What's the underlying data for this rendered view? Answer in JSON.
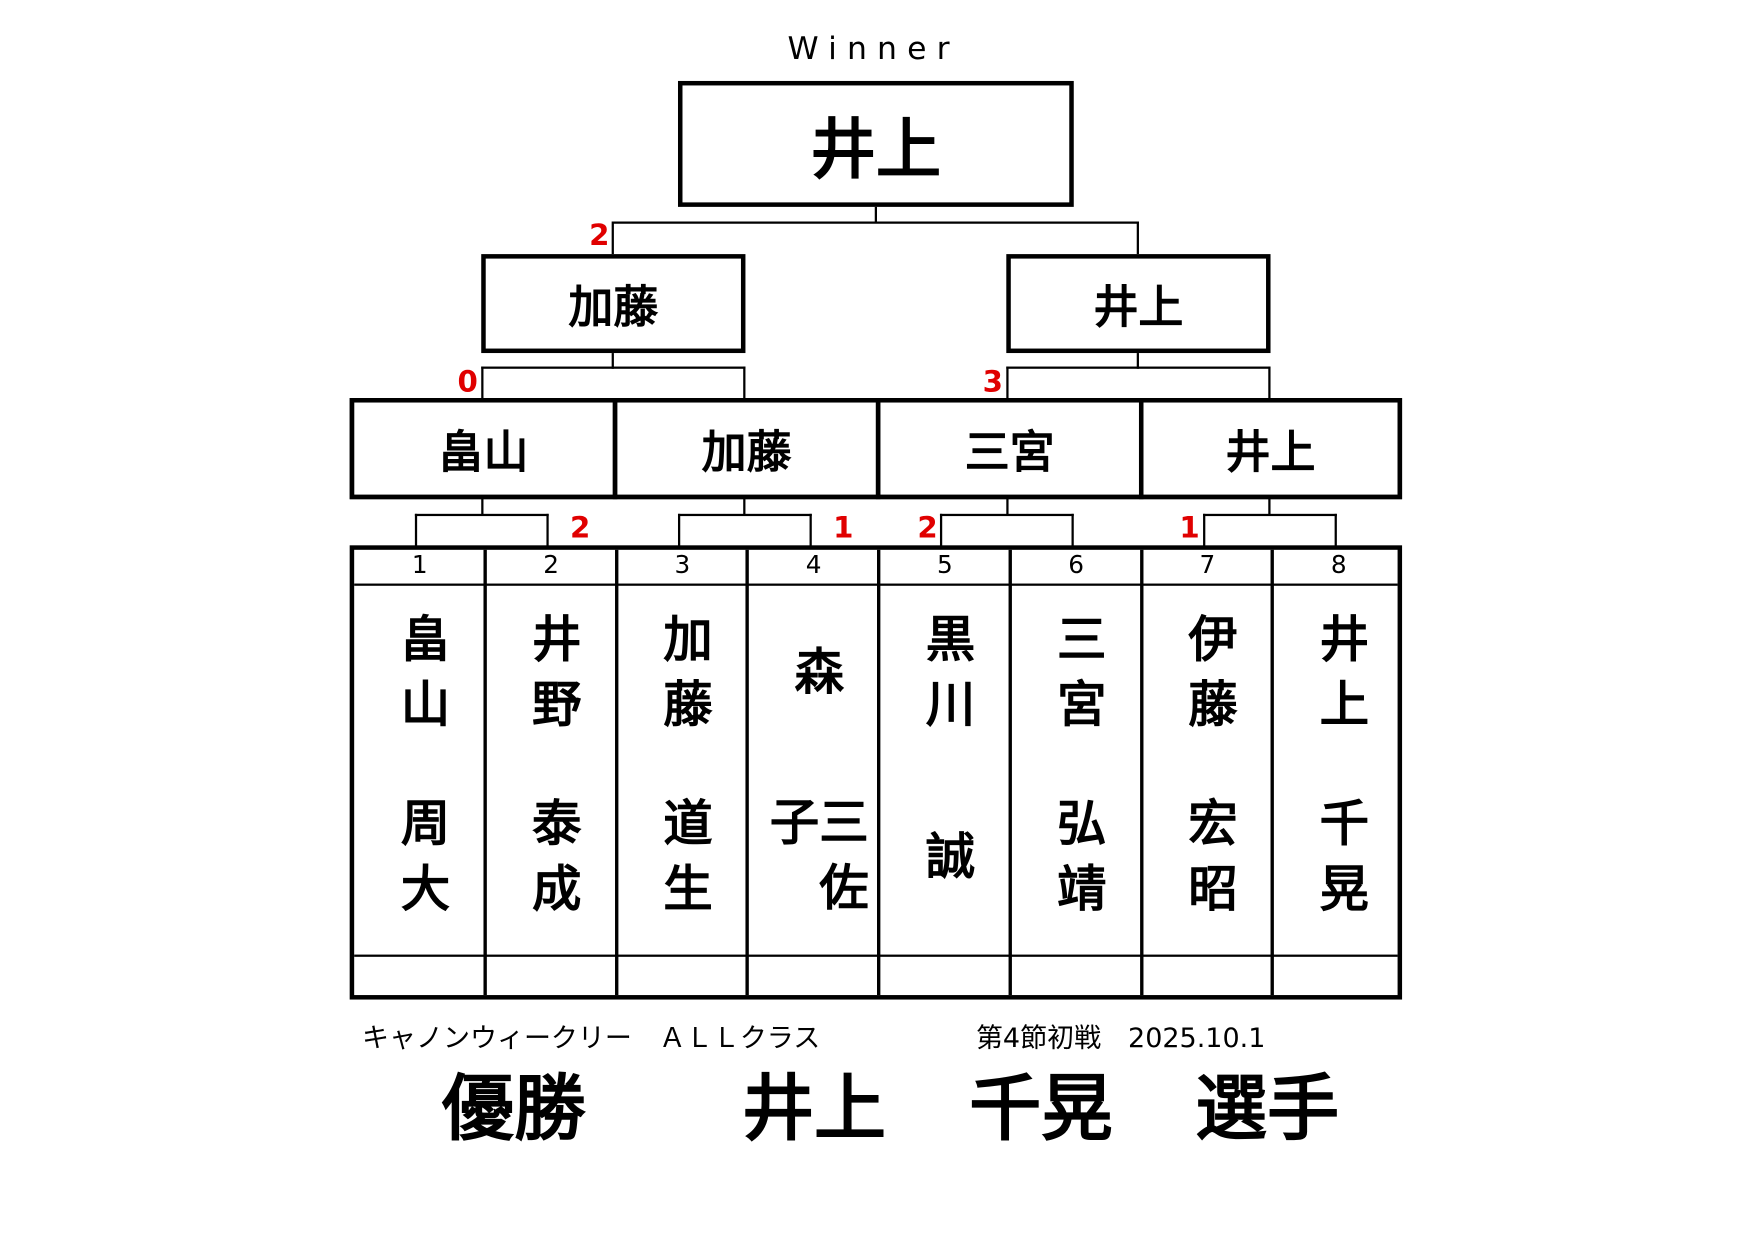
{
  "title": "Winner",
  "champion": "井上",
  "semifinal": [
    {
      "name": "加藤"
    },
    {
      "name": "井上"
    }
  ],
  "final_score": "2",
  "semi_scores": [
    "0",
    "3"
  ],
  "quarterfinal": [
    {
      "name": "畠山"
    },
    {
      "name": "加藤"
    },
    {
      "name": "三宮"
    },
    {
      "name": "井上"
    }
  ],
  "first_round_scores": [
    "2",
    "1",
    "2",
    "1"
  ],
  "players": [
    {
      "seed": "1",
      "surname": "畠山",
      "given": "周大"
    },
    {
      "seed": "2",
      "surname": "井野",
      "given": "泰成"
    },
    {
      "seed": "3",
      "surname": "加藤",
      "given": "道生"
    },
    {
      "seed": "4",
      "surname": "森",
      "given": "三佐子"
    },
    {
      "seed": "5",
      "surname": "黒川",
      "given": "誠"
    },
    {
      "seed": "6",
      "surname": "三宮",
      "given": "弘靖"
    },
    {
      "seed": "7",
      "surname": "伊藤",
      "given": "宏昭"
    },
    {
      "seed": "8",
      "surname": "井上",
      "given": "千晃"
    }
  ],
  "footer": {
    "event": "キャノンウィークリー　ＡＬＬクラス",
    "round_date": "第4節初戦　2025.10.1",
    "award": "優勝",
    "winner_surname": "井上",
    "winner_given": "千晃",
    "suffix": "選手"
  },
  "colors": {
    "score": "#e00000",
    "line": "#000000"
  }
}
